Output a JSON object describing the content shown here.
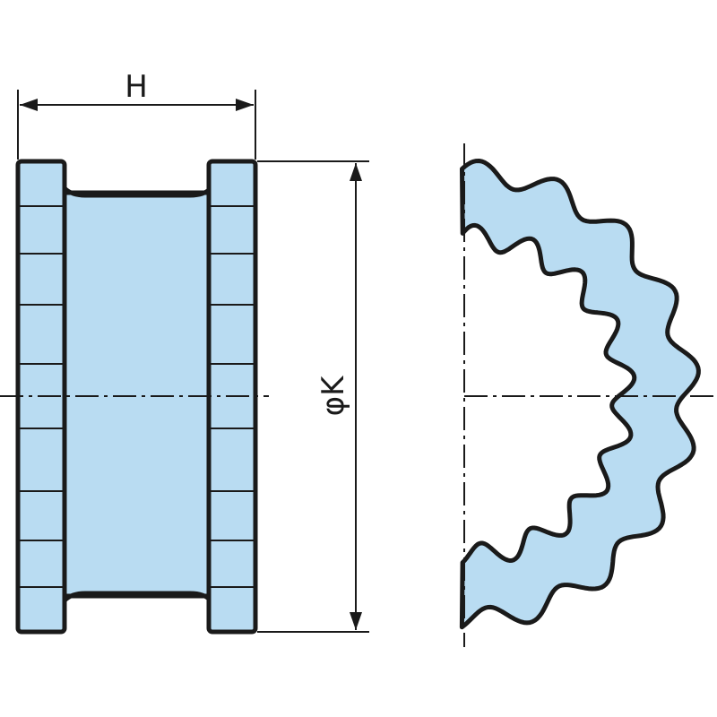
{
  "dimensions": {
    "width_label": "H",
    "diameter_label": "φK"
  },
  "colors": {
    "fill": "#b9dcf2",
    "line": "#1a1a1a"
  },
  "views": [
    "side-view",
    "partial-front-view"
  ]
}
